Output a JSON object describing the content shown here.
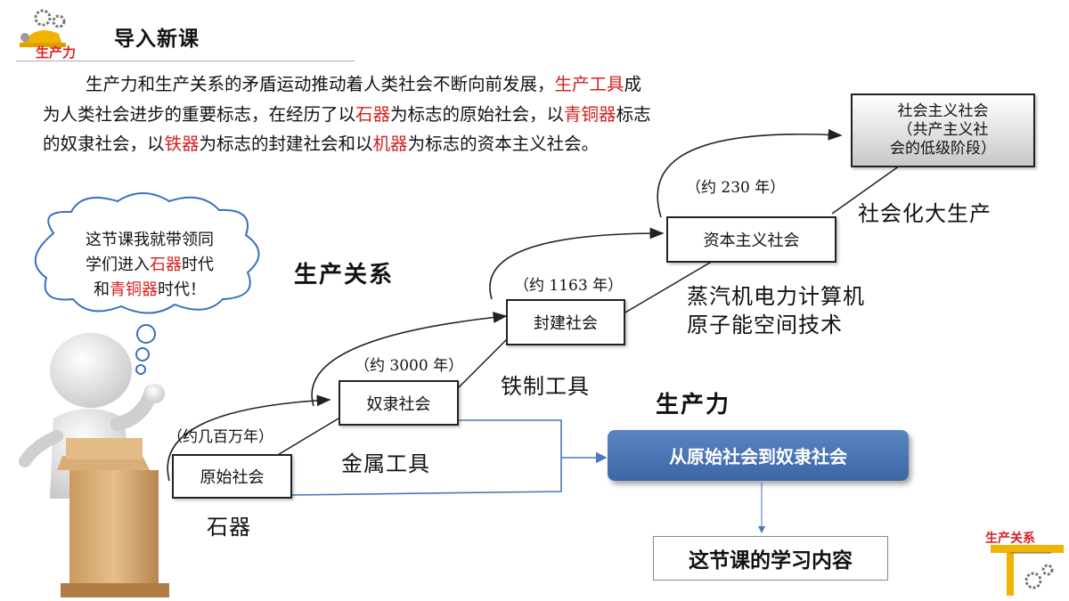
{
  "header": {
    "title": "导入新课",
    "logo_label": "生产力"
  },
  "intro": {
    "p1": "生产力和生产关系的矛盾运动推动着人类社会不断向前发展，",
    "r1": "生产工具",
    "p2": "成为人类社会进步的重要标志，在经历了以",
    "r2": "石器",
    "p3": "为标志的原始社会，以",
    "r3": "青铜器",
    "p4": "标志的奴隶社会，以",
    "r4": "铁器",
    "p5": "为标志的封建社会和以",
    "r5": "机器",
    "p6": "为标志的资本主义社会。"
  },
  "cloud": {
    "line1": "这节课我就带领同",
    "line2a": "学们进入",
    "line2r": "石器",
    "line2b": "时代",
    "line3a": "和",
    "line3r": "青铜器",
    "line3b": "时代！"
  },
  "stages": {
    "primitive": "原始社会",
    "slave": "奴隶社会",
    "feudal": "封建社会",
    "capitalist": "资本主义社会",
    "socialist_l1": "社会主义社会",
    "socialist_l2": "（共产主义社",
    "socialist_l3": "会的低级阶段）"
  },
  "durations": {
    "d1": "（约几百万年）",
    "d2": "（约 3000 年）",
    "d3": "（约 1163 年）",
    "d4": "（约 230 年）"
  },
  "labels": {
    "relations": "生产关系",
    "productivity": "生产力"
  },
  "tools": {
    "t1": "石器",
    "t2": "金属工具",
    "t3": "铁制工具",
    "t4a": "蒸汽机电力计算机",
    "t4b": "原子能空间技术",
    "t5": "社会化大生产"
  },
  "summary": {
    "button": "从原始社会到奴隶社会",
    "content": "这节课的学习内容"
  },
  "corner_logo": {
    "label": "生产关系"
  },
  "colors": {
    "accent_red": "#d42020",
    "button_blue": "#4a74b4",
    "connector_blue": "#4a78b8"
  }
}
